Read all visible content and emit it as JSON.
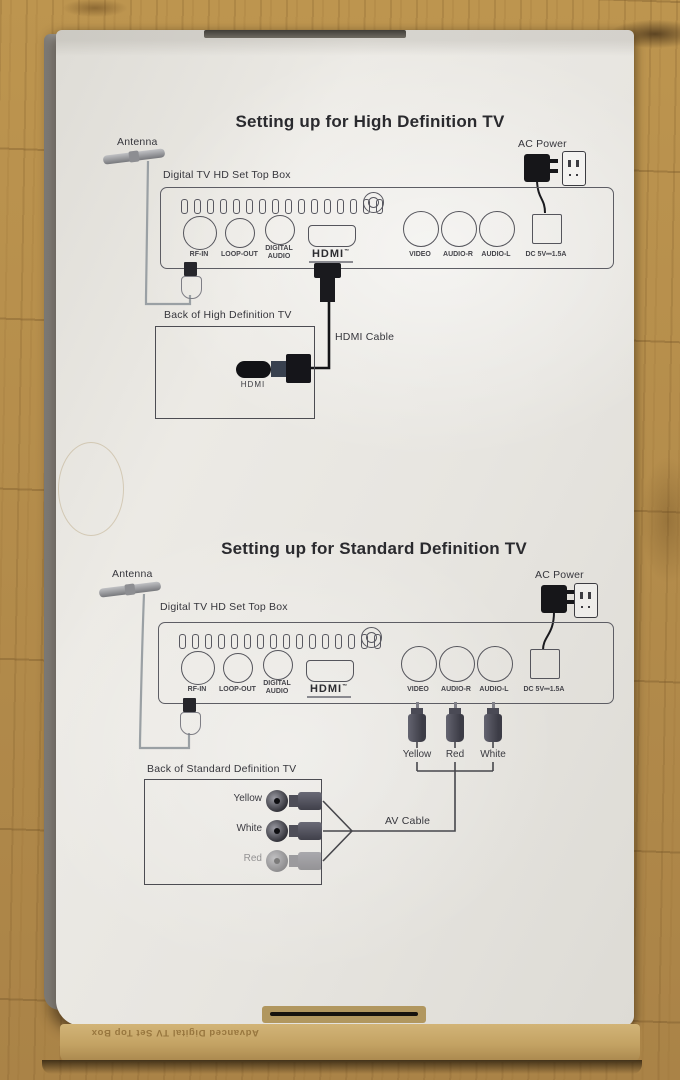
{
  "photo": {
    "bottom_edge_text": "Advanced Digital TV Set Top Box"
  },
  "colors": {
    "box_white": "#eae8e3",
    "wood_floor": "#b38c4c",
    "diagram_line": "#4a4a50",
    "connector_black": "#1a1a1e",
    "rca_plug_gray": "#52525e"
  },
  "hd": {
    "title": "Setting up for High Definition TV",
    "antenna_label": "Antenna",
    "ac_power_label": "AC Power",
    "stb_label": "Digital TV HD Set Top Box",
    "panel": {
      "rf_in": "RF-IN",
      "loop_out": "LOOP-OUT",
      "digital_audio": "DIGITAL AUDIO",
      "hdmi_logo": "HDMI",
      "hdmi_tm": "™",
      "video": "VIDEO",
      "audio_r": "AUDIO-R",
      "audio_l": "AUDIO-L",
      "dc_power": "DC 5V⎓1.5A"
    },
    "tv_label": "Back of High Definition TV",
    "tv_hdmi_label": "HDMI",
    "cable_label": "HDMI Cable"
  },
  "sd": {
    "title": "Setting up for Standard Definition TV",
    "antenna_label": "Antenna",
    "ac_power_label": "AC Power",
    "stb_label": "Digital TV HD Set Top Box",
    "panel": {
      "rf_in": "RF-IN",
      "loop_out": "LOOP-OUT",
      "digital_audio": "DIGITAL AUDIO",
      "hdmi_logo": "HDMI",
      "hdmi_tm": "™",
      "video": "VIDEO",
      "audio_r": "AUDIO-R",
      "audio_l": "AUDIO-L",
      "dc_power": "DC 5V⎓1.5A"
    },
    "plug_labels": {
      "video": "Yellow",
      "audio_r": "Red",
      "audio_l": "White"
    },
    "tv_label": "Back of Standard Definition TV",
    "tv_jacks": {
      "row1": "Yellow",
      "row2": "White",
      "row3": "Red"
    },
    "cable_label": "AV Cable"
  }
}
